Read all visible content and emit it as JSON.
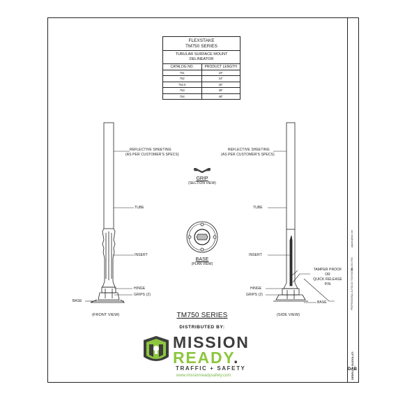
{
  "spec_table": {
    "brand": "FLEXSTAKE",
    "series": "TM750 SERIES",
    "product": "TUBULAR SURFACE MOUNT DELINEATOR",
    "col_catalog": "CATALOG NO.",
    "col_length": "PRODUCT LENGTH",
    "rows": [
      {
        "catalog": "751",
        "length": "19\""
      },
      {
        "catalog": "752",
        "length": "24\""
      },
      {
        "catalog": "752.5",
        "length": "30\""
      },
      {
        "catalog": "753",
        "length": "36\""
      },
      {
        "catalog": "754",
        "length": "48\""
      }
    ]
  },
  "labels": {
    "reflective": "REFLECTIVE SHEETING",
    "reflective_sub": "(AS PER CUSTOMER'S SPECS)",
    "tube": "TUBE",
    "insert": "INSERT",
    "hinge": "HINGE",
    "grips": "GRIPS (2)",
    "base": "BASE",
    "tamper_1": "TAMPER PROOF",
    "tamper_2": "OR",
    "tamper_3": "QUICK RELEASE",
    "tamper_4": "PIN"
  },
  "center": {
    "grip_title": "GRIP",
    "grip_sub": "(SECTION VIEW)",
    "base_title": "BASE",
    "base_sub": "(PLAN VIEW)"
  },
  "views": {
    "front": "(FRONT VIEW)",
    "side": "(SIDE VIEW)"
  },
  "series_title": "TM750 SERIES",
  "distributor": {
    "by": "DISTRIBUTED BY:",
    "mission": "MISSION",
    "ready": "READY",
    "ready_dot": ".",
    "tagline": "TRAFFIC + SAFETY",
    "url": "www.missionreadysafety.com",
    "colors": {
      "gray": "#3d3d3d",
      "green": "#8dc63f"
    }
  },
  "titleblock": {
    "name": "DEBRA A. BADOLATI",
    "credentials": "PROFESSIONAL AUTOCAD TECHNICIAN",
    "phone": "516-432-9784",
    "email": "papabu@aol.com",
    "initials": "DAB"
  }
}
